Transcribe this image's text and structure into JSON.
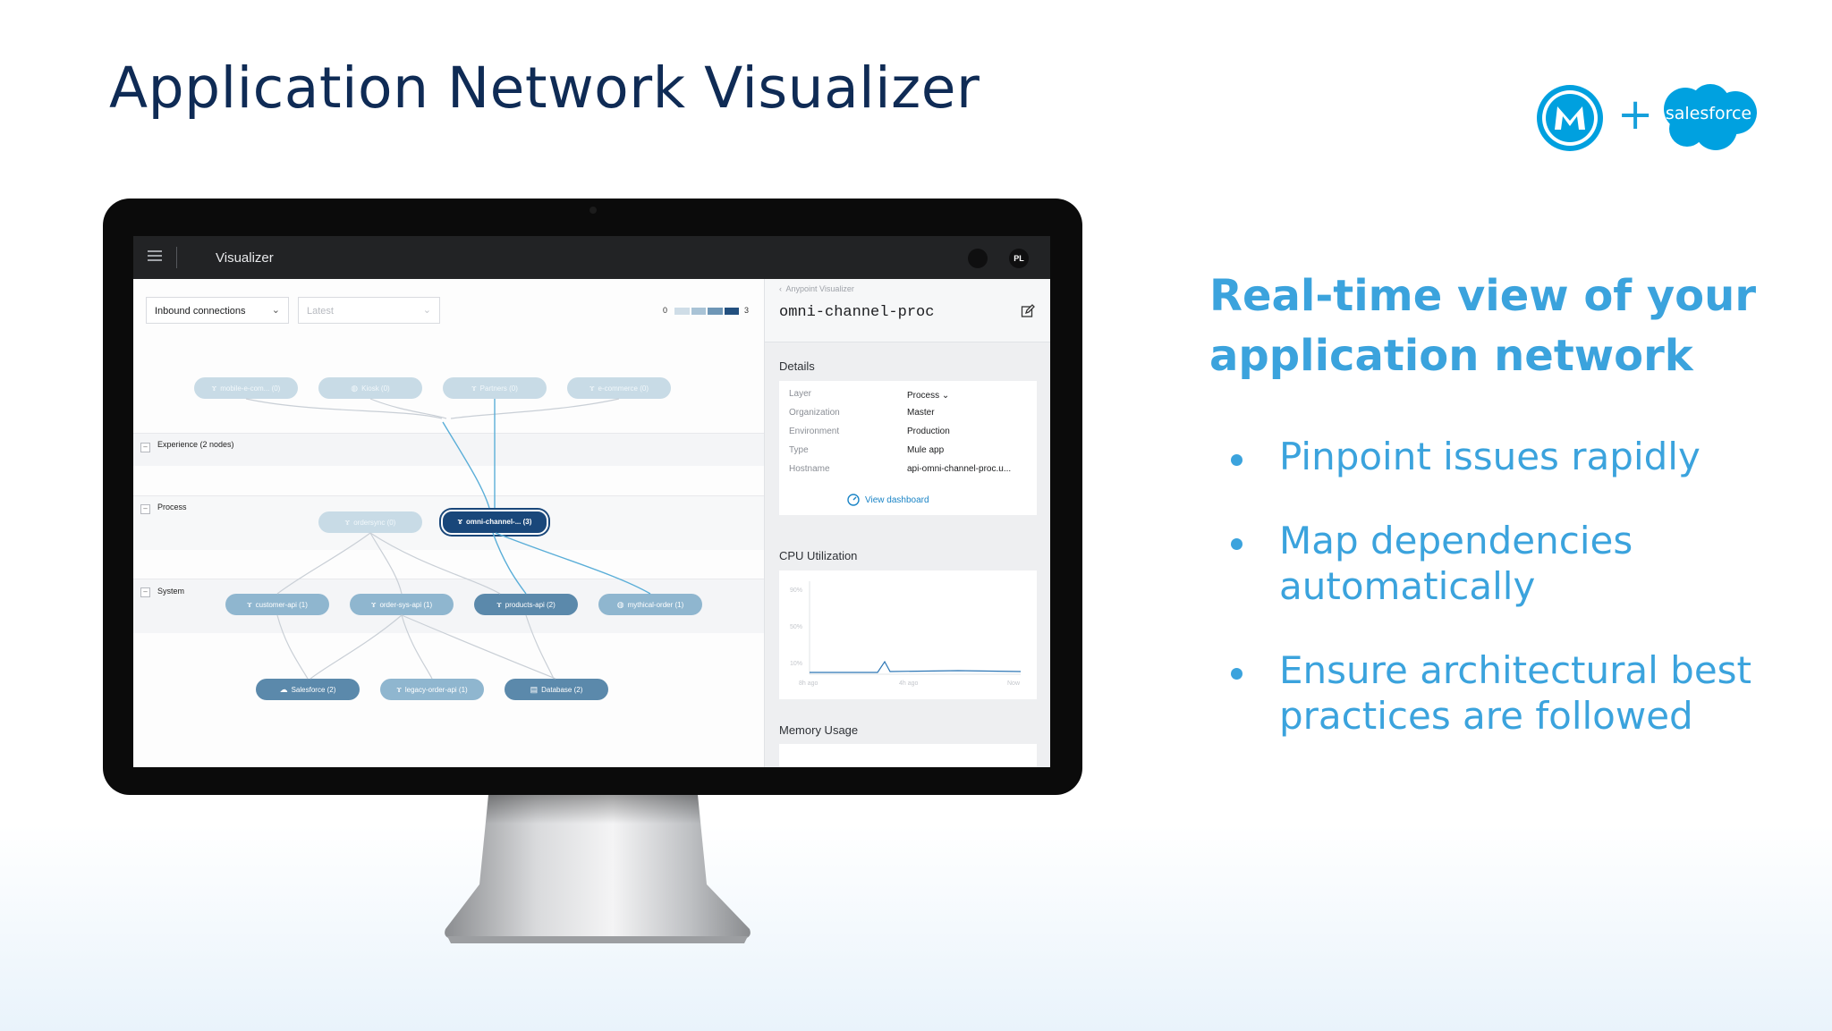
{
  "slide": {
    "title": "Application Network Visualizer",
    "headline": "Real-time view of your application network",
    "bullets": [
      "Pinpoint issues rapidly",
      "Map dependencies automatically",
      "Ensure architectural best practices are followed"
    ],
    "colors": {
      "title": "#0f2b55",
      "accent": "#3ba3dd"
    }
  },
  "logos": {
    "mule_icon": "mulesoft-logo-icon",
    "plus": "+",
    "salesforce": "salesforce"
  },
  "app": {
    "name": "Visualizer",
    "avatar": "PL",
    "filters": {
      "connections": "Inbound connections",
      "version_placeholder": "Latest"
    },
    "legend": {
      "min": "0",
      "max": "3"
    },
    "layers": {
      "experience": "Experience (2 nodes)",
      "process": "Process",
      "system": "System"
    },
    "nodes": {
      "mobile": "mobile-e-com... (0)",
      "kiosk": "Kiosk (0)",
      "partners": "Partners (0)",
      "ecommerce": "e-commerce (0)",
      "ordersync": "ordersync (0)",
      "omni": "omni-channel-... (3)",
      "customer": "customer-api (1)",
      "ordersys": "order-sys-api (1)",
      "products": "products-api (2)",
      "mythical": "mythical-order (1)",
      "salesforce": "Salesforce (2)",
      "legacy": "legacy-order-api (1)",
      "database": "Database (2)"
    },
    "panel": {
      "breadcrumb": "Anypoint Visualizer",
      "title": "omni-channel-proc",
      "details_title": "Details",
      "details": {
        "layer_k": "Layer",
        "layer_v": "Process",
        "org_k": "Organization",
        "org_v": "Master",
        "env_k": "Environment",
        "env_v": "Production",
        "type_k": "Type",
        "type_v": "Mule app",
        "host_k": "Hostname",
        "host_v": "api-omni-channel-proc.u..."
      },
      "view_dashboard": "View dashboard",
      "cpu_title": "CPU Utilization",
      "cpu_ticks": [
        "90%",
        "50%",
        "10%"
      ],
      "cpu_x": [
        "8h ago",
        "4h ago",
        "Now"
      ],
      "memory_title": "Memory Usage"
    }
  }
}
